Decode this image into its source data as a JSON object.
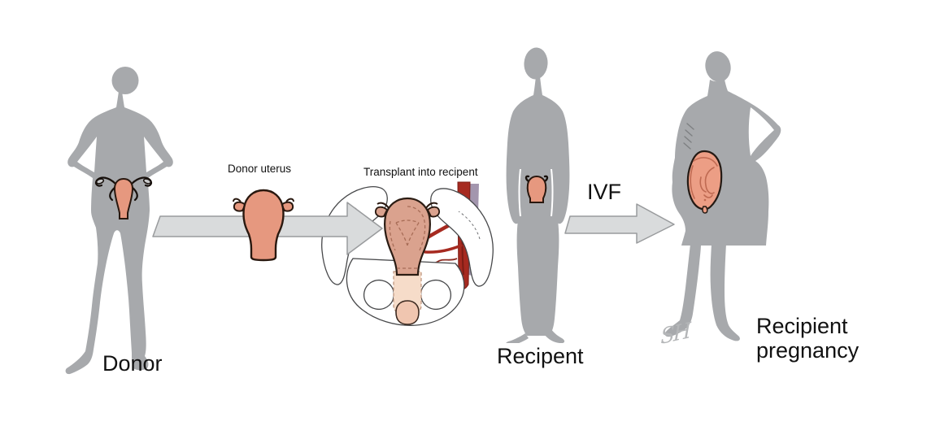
{
  "labels": {
    "donor": "Donor",
    "donor_uterus": "Donor uterus",
    "transplant": "Transplant into recipent",
    "recipient": "Recipent",
    "ivf": "IVF",
    "recipient_pregnancy": "Recipient pregnancy",
    "signature": "SH"
  },
  "icons": [
    {
      "name": "donor-figure",
      "meaning": "gray silhouette of donor woman with hands on hips"
    },
    {
      "name": "donor-internal-uterus-icon",
      "meaning": "uterus with fallopian tubes inside donor pelvis"
    },
    {
      "name": "transplant-arrow",
      "meaning": "gray arrow from donor to recipient pelvis"
    },
    {
      "name": "donor-uterus-icon",
      "meaning": "explanted donor uterus graft"
    },
    {
      "name": "pelvis-transplant-illustration",
      "meaning": "uterus transplanted into recipient bony pelvis with vascular anastomosis"
    },
    {
      "name": "recipient-figure",
      "meaning": "gray silhouette of recipient woman with transplanted uterus"
    },
    {
      "name": "recipient-uterus-icon",
      "meaning": "small transplanted uterus in recipient"
    },
    {
      "name": "ivf-arrow",
      "meaning": "gray arrow from recipient to pregnancy"
    },
    {
      "name": "pregnant-recipient-figure",
      "meaning": "gray silhouette of pregnant recipient"
    },
    {
      "name": "pregnant-uterus-icon",
      "meaning": "gravid uterus with fetus"
    }
  ],
  "colors": {
    "silhouette_gray": "#a7a9ac",
    "uterus_salmon": "#e6987f",
    "uterus_outline": "#29180f",
    "transplant_uterus": "#daa28e",
    "vaginal_cuff": "#f6dcc9",
    "cuff_blob": "#f0c6b0",
    "arrow_fill": "#d9dbdc",
    "arrow_stroke": "#999b9d",
    "artery_red": "#a62a20",
    "vein_purple": "#a396ae",
    "bone_outline": "#47484a",
    "label_text": "#111111",
    "signature_gray": "#b4b6b8"
  }
}
